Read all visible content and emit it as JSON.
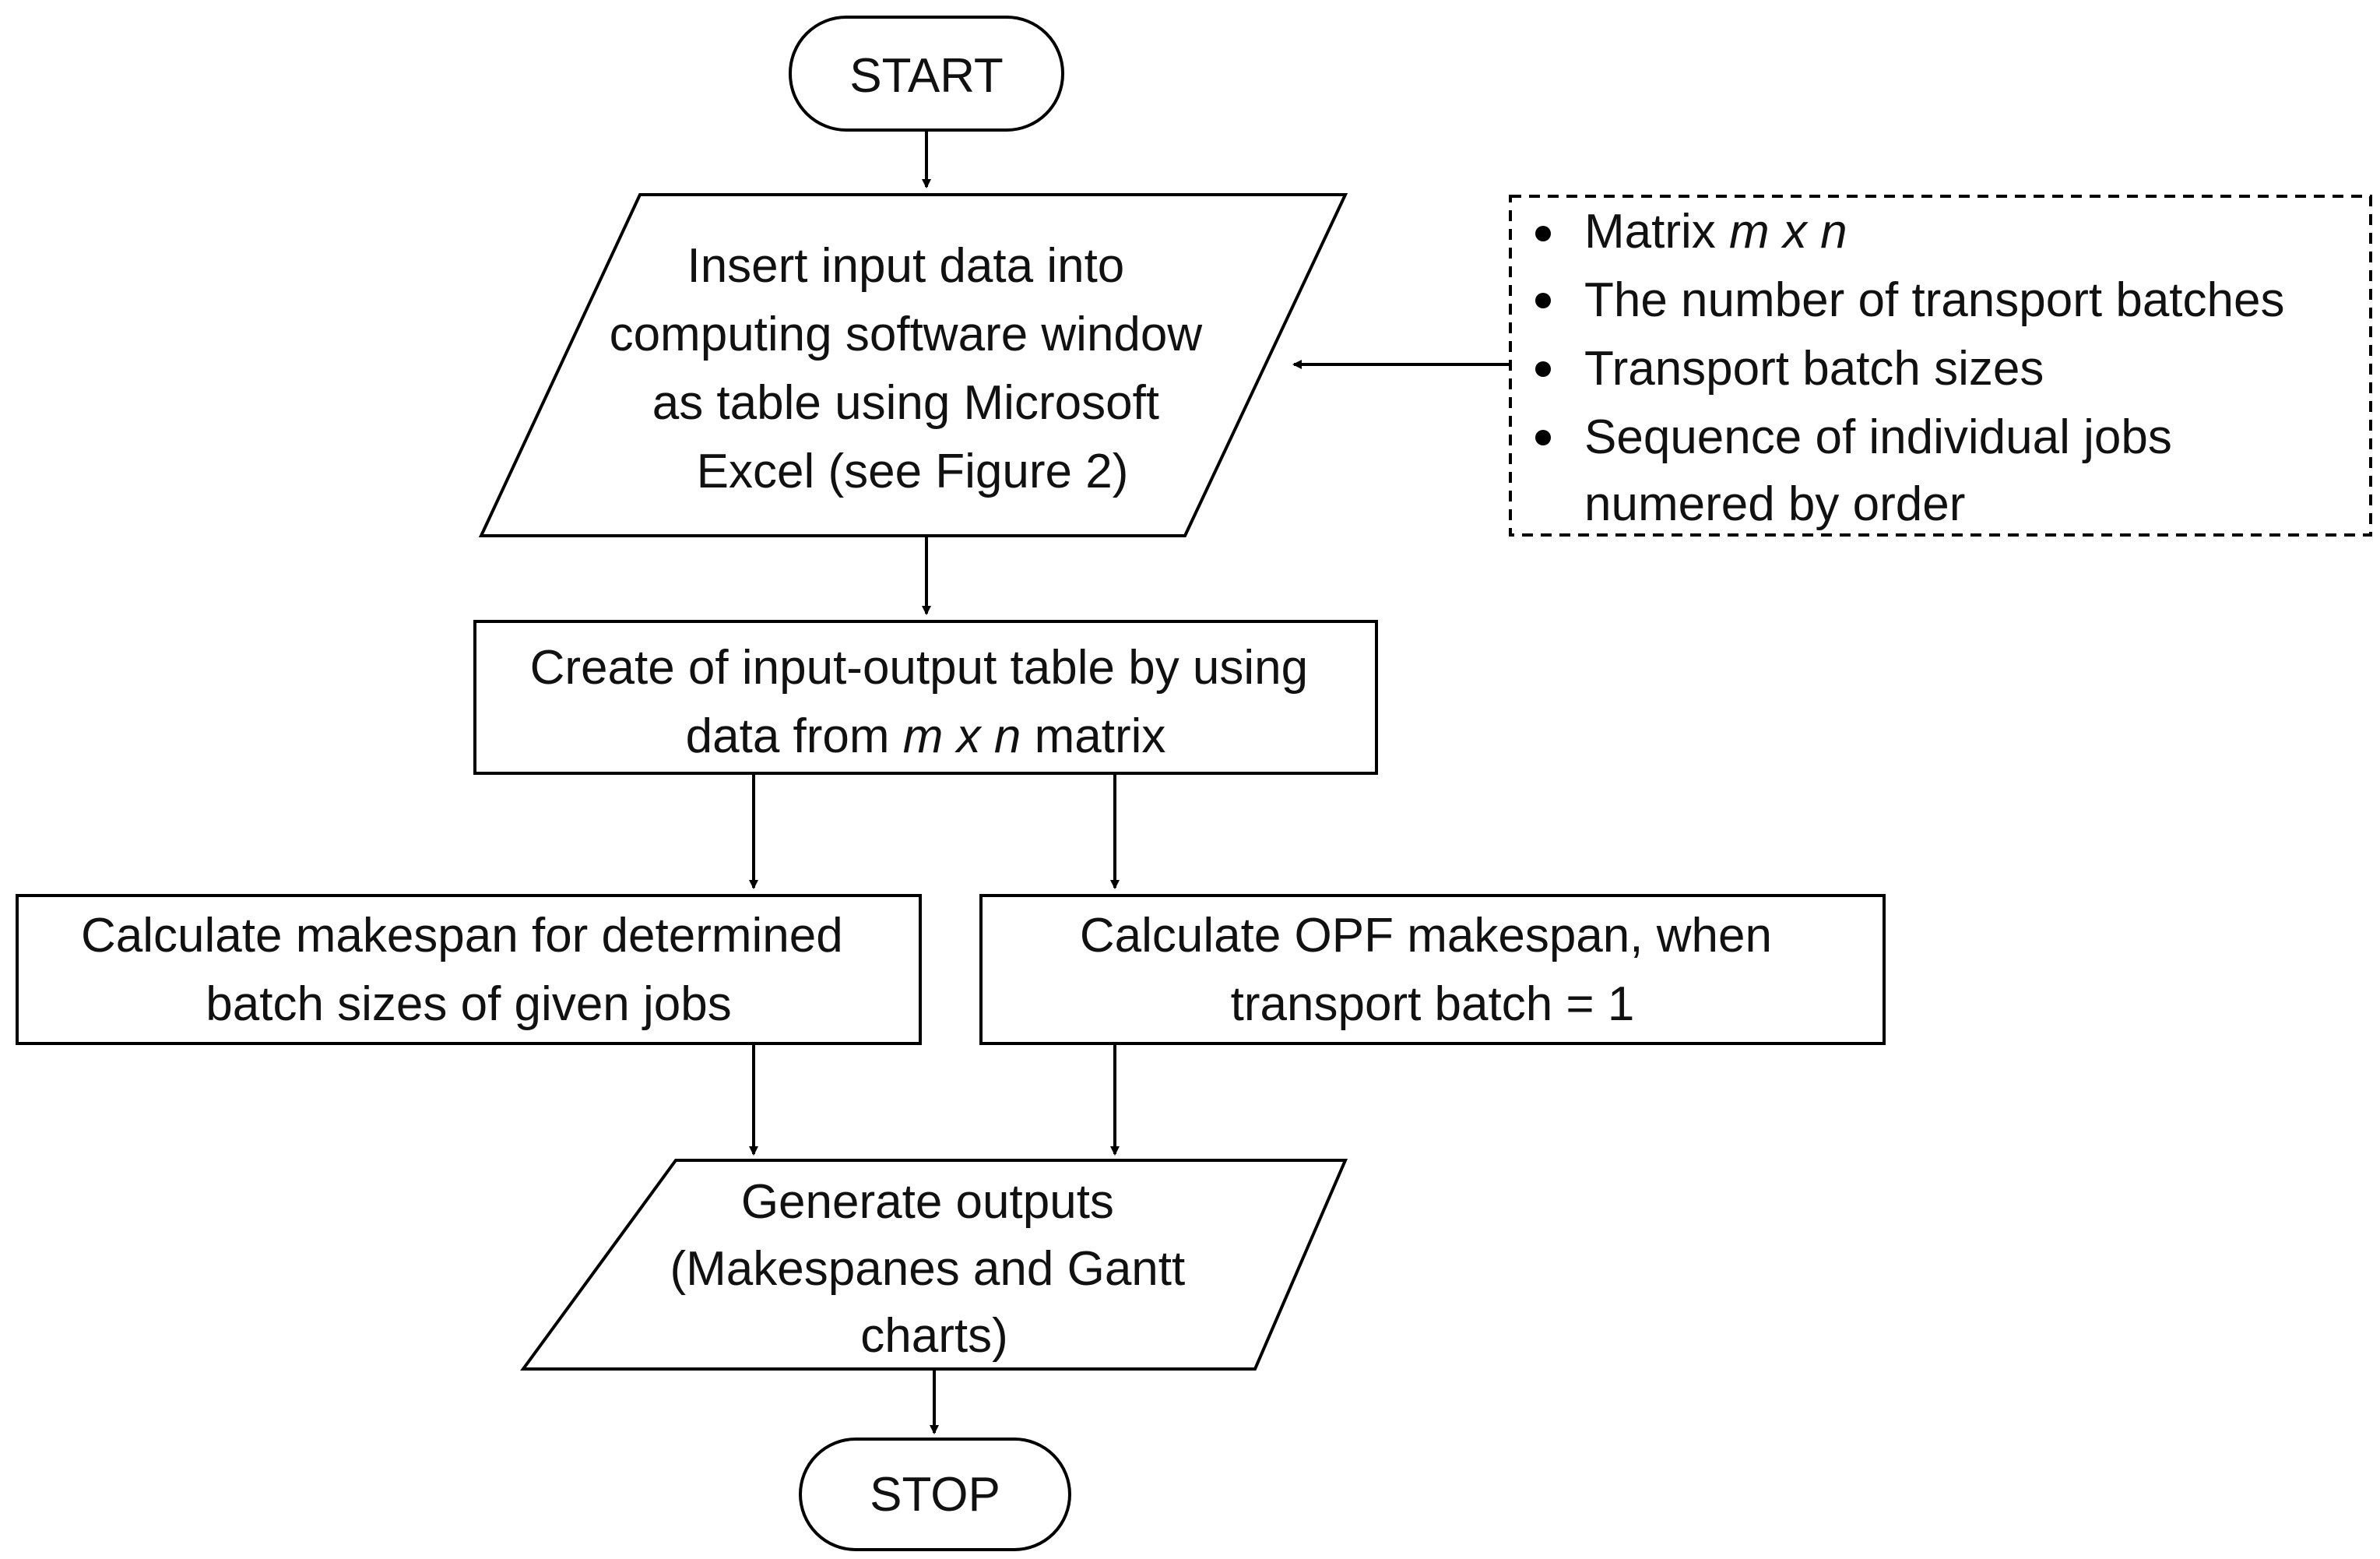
{
  "start": {
    "label": "START"
  },
  "input": {
    "lines": [
      "Insert input data into",
      "computing software window",
      "as table using Microsoft",
      "Excel (see Figure 2)"
    ]
  },
  "note": {
    "items": [
      {
        "text": "Matrix ",
        "italic": "m x n"
      },
      {
        "text": "The number of transport batches"
      },
      {
        "text": "Transport batch sizes"
      },
      {
        "text": "Sequence of individual jobs"
      }
    ],
    "continuation": "numered by order"
  },
  "create": {
    "line1": "Create of input-output table by using",
    "line2_prefix": "data from ",
    "line2_italic": "m x n",
    "line2_suffix": " matrix"
  },
  "calc_left": {
    "lines": [
      "Calculate makespan for determined",
      "batch sizes of given jobs"
    ]
  },
  "calc_right": {
    "lines": [
      "Calculate OPF makespan, when",
      "transport batch = 1"
    ]
  },
  "output": {
    "lines": [
      "Generate outputs",
      "(Makespanes and Gantt",
      "charts)"
    ]
  },
  "stop": {
    "label": "STOP"
  }
}
